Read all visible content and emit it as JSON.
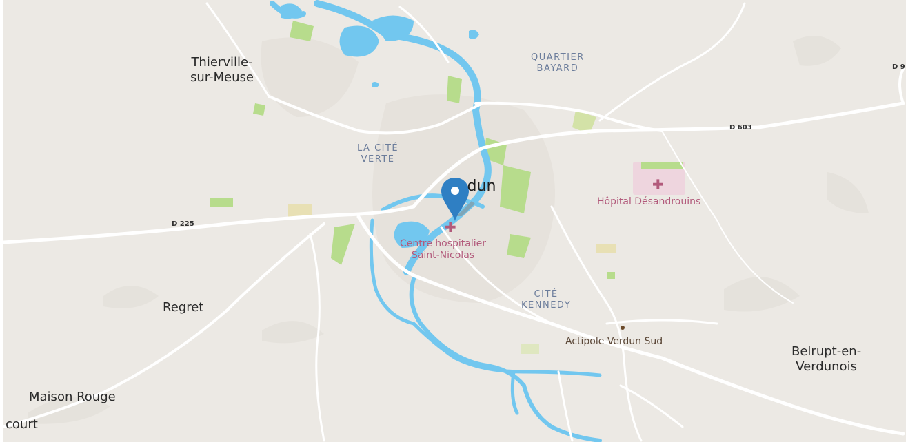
{
  "map": {
    "places": [
      {
        "id": "thierville",
        "text": "Thierville-\nsur-Meuse"
      },
      {
        "id": "verdun",
        "text": "Verdun"
      },
      {
        "id": "regret",
        "text": "Regret"
      },
      {
        "id": "maison-rouge",
        "text": "Maison Rouge"
      },
      {
        "id": "court",
        "text": "court"
      },
      {
        "id": "belrupt",
        "text": "Belrupt-en-\nVerdunois"
      }
    ],
    "quarters": [
      {
        "id": "quartier-bayard",
        "text": "QUARTIER\nBAYARD"
      },
      {
        "id": "la-cite-verte",
        "text": "LA CITÉ\nVERTE"
      },
      {
        "id": "cite-kennedy",
        "text": "CITÉ\nKENNEDY"
      }
    ],
    "pois": [
      {
        "id": "hopital-desandrouins",
        "text": "Hôpital Désandrouins",
        "kind": "hospital"
      },
      {
        "id": "centre-hospitalier",
        "text": "Centre hospitalier\nSaint-Nicolas",
        "kind": "hospital"
      },
      {
        "id": "actipole",
        "text": "Actipole Verdun Sud",
        "kind": "business"
      }
    ],
    "roads": [
      {
        "id": "d603",
        "text": "D 603"
      },
      {
        "id": "d225",
        "text": "D 225"
      },
      {
        "id": "d9-cut",
        "text": "D 9"
      }
    ],
    "marker": {
      "icon": "map-pin-icon",
      "color": "#2f7fc3"
    },
    "colors": {
      "land": "#ece9e4",
      "water": "#72c7ef",
      "park": "#b7dc8c",
      "hospital_area": "#eed5de",
      "road": "#ffffff",
      "hospital_text": "#b25a7b",
      "quarter_text": "#6c7d9b"
    }
  }
}
